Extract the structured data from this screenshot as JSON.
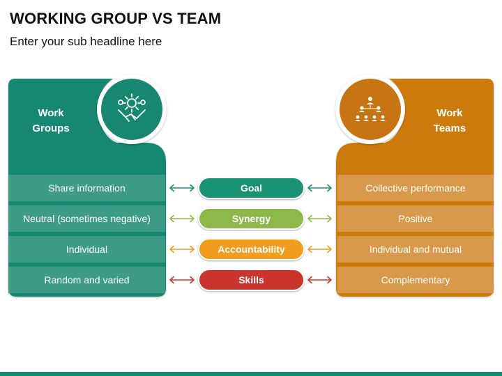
{
  "header": {
    "title": "WORKING GROUP VS TEAM",
    "subtitle": "Enter your sub headline here"
  },
  "left_panel": {
    "title_line1": "Work",
    "title_line2": "Groups",
    "icon": "handshake-gear-icon",
    "color": "#17876f",
    "items": [
      "Share information",
      "Neutral (sometimes negative)",
      "Individual",
      "Random and varied"
    ]
  },
  "right_panel": {
    "title_line1": "Work",
    "title_line2": "Teams",
    "icon": "team-hierarchy-icon",
    "color": "#cd7a0f",
    "items": [
      "Collective performance",
      "Positive",
      "Individual and mutual",
      "Complementary"
    ]
  },
  "comparisons": [
    {
      "label": "Goal",
      "color": "#1a9274"
    },
    {
      "label": "Synergy",
      "color": "#8db84a"
    },
    {
      "label": "Accountability",
      "color": "#f29c1f"
    },
    {
      "label": "Skills",
      "color": "#c9352d"
    }
  ],
  "accent_color": "#17876f"
}
